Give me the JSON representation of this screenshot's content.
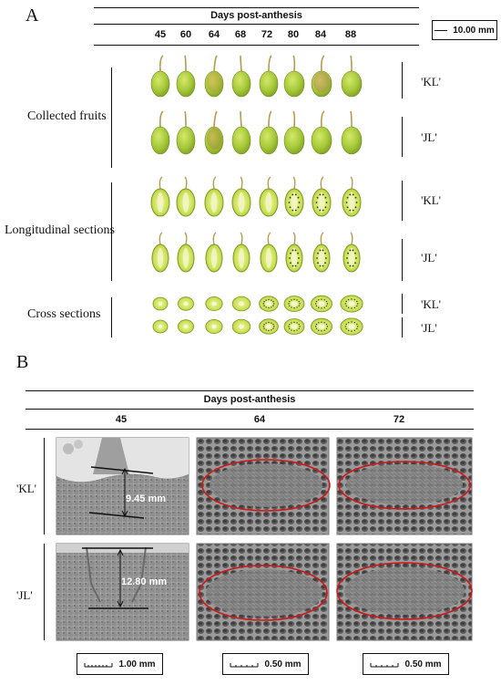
{
  "panel_a": {
    "letter": "A",
    "header": "Days post-anthesis",
    "days": [
      "45",
      "60",
      "64",
      "68",
      "72",
      "80",
      "84",
      "88"
    ],
    "scale": "10.00 mm",
    "rows": [
      {
        "label": "Collected fruits",
        "cultivars": [
          "'KL'",
          "'JL'"
        ]
      },
      {
        "label": "Longitudinal sections",
        "cultivars": [
          "'KL'",
          "'JL'"
        ]
      },
      {
        "label": "Cross sections",
        "cultivars": [
          "'KL'",
          "'JL'"
        ]
      }
    ]
  },
  "panel_b": {
    "letter": "B",
    "header": "Days post-anthesis",
    "days": [
      "45",
      "64",
      "72"
    ],
    "cultivars": [
      "'KL'",
      "'JL'"
    ],
    "measurements": [
      "9.45 mm",
      "12.80 mm"
    ],
    "scales": [
      "1.00 mm",
      "0.50 mm",
      "0.50 mm"
    ]
  },
  "colors": {
    "fruit_green": "#a6c93a",
    "ellipse_red": "#d01818",
    "sem_gray": "#8a8a8a"
  }
}
